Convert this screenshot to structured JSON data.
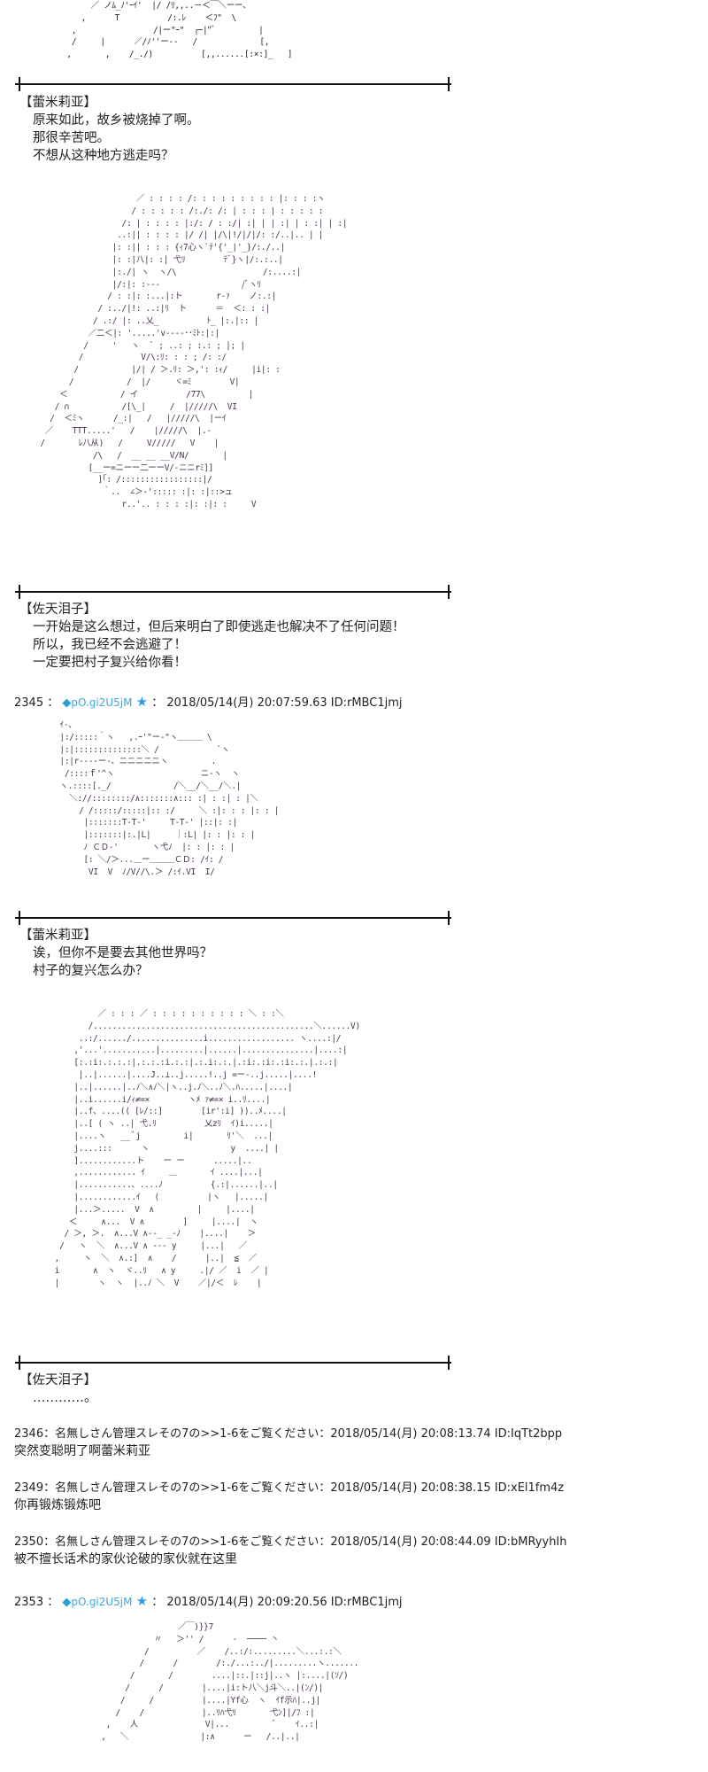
{
  "art": {
    "a0": "      ／ ノﾑ_ﾉ'ｰｲ'  |/ /ﾘ,,..－＜￣＼ーー、\n    ,      T          /:.ﾚ    ＜ﾌ\"  \\\n  ,                /|ー\"ｰ\"  ┌ｰ|\"ﾞ         |\n  /     |      ／/ﾉ''ー--   /             [,\n ,       ,    /_./)          [,,......[:×:]_   ]",
    "a1": "                     ／ : : : : /: : : : : : : : : |: : : :ヽ\n                    / : : : : : /:./: /: | : : : | : : : : :\n                  /: | : : : : |:/: / : :/| :| | | :| | : :| | :|\n                 ..:|| : : : : |/ /| |/\\|!/|/|/: :/..|.. | |\n                |: :|| : : : {ｨ7心ヽ`ﾃ'{'_|'_}/:./..|\n                |: :|八|: :| 弋ﾘ        ﾃﾞ}ヽ|/:.:..|\n                |:./| ヽ  ヽ/\\                  /:....:|\n                |/:|: :‐‐-                 /ﾞヽﾘ\n               / : :|: :...|:ト       r-ｧ    ノ:.:|\n             / :../|!: ..:|ﾘ  ト      ＝  ＜: : :|\n            / .:/ |: ..乂_          ﾄ_ |:.|:: |\n           ／二＜|: '.....'v-‐‐‐･･ﾐﾄ:|:|\n          /     '   ヽ  ` ; ..: ; :.: ; |; |\n         /            V/\\:ﾘ: : : ; /: :/\n        /           |/| / ＞.ﾘ: ＞,': :ｨ/     |i|: :\n       /           /  |/     ヾ=ﾐ        V|\n     ＜           / イ          /77\\         |\n    / ∩           /[\\_|     /  |/////\\  VI\n   /  ＜ﾐヽ      /_:|   /   |/////\\  |ーｲ\n  ／    TTT.....'   /    |/////\\  |.-\n /       ﾚ八从)   /     V/////   V    |\n            /\\   /  __ __ __V/N/       |\n           [__ー=ニーー二ーーV/-ニニrﾐ]]\n             ]｢: /:::::::::::::::::|/\n              ｀..  ∠＞-'::::: :|: :|::>ュ\n                  r..'.. : : : :|: :|: :     V",
    "a2": " ｲ-、\n |:/:::::｀ヽ   ,.ｰ'\"ー‐\"ヽ＿＿＿ \\\n |:|::::::::::::::＼ /            `ヽ\n |:|r‐‐‐‐ー-、ニニニニニヽ         .\n  /::::ｆ'^ヽ                  ニ-ヽ  ヽ\n ヽ.::::[._/             /＼__/＼__/＼.|\n   ＼://::::::::/∧:::::::∧::: :| : :| : |＼\n     / /:::::/:::::|:: :/     ＼ :|: : : |: : |\n      |:::::::T‐T‐'     T‐T‐' |::|: :|\n      |:::::::|:.|L|     ｜:L| |: : |: : |\n      ﾉ ＣＤ‐'       ヽ弋ﾉ  |: : |: : |\n      [: ＼/＞...＿ー＿＿＿ＣＤ: /ｲ: /\n       VI  V  ﾉ/V//\\.＞ /:ｲ.VI  I/",
    "a3": "             ／ : : : ／ : : : : : : : : : : ＼ : :＼\n           /..............................................＼......V)\n         ..:/....../...............i.................. ヽ....:|/\n        ,'...'...........|.........|......|...............|....:|\n        [:.:i:.:.:.:|.:.:.:i.:.:|.:.i:.:.|.:i:.:i:.:i:.:.|.:.:|\n         |..|......|....J..⊥..j.....!..j =ー‐..j.....|....!\n        |..|......|..ﾉ＼∧ﾉ＼|ヽ..j.ﾉ＼..ﾉ＼.ﾊ.....|....|\n        |..i......i/ｨ≠=×        ヽﾒ ｧ≠=× i..ﾘ....|\n        |..f、....(( [ﾚ/::]        [ir':i] ))..ﾒ....|\n        |..[ ( ヽ ..| 弋.ﾘ          乂zﾘ  ｲ)i.....|\n        |....ヽ   __ ﾞj         i|       ﾘ'＼  ...|\n        j....:::      ヽ                 y  ....| |\n        ]............ト    ー ー      .....|..\n        ,............ ｲ     ＿       ｲ ....|...|\n        |...........、....ﾉ          {.:|......|..|\n        |............ｲ   (          |ヽ   |.....|\n        |...＞.....  V  ∧         |     |....|\n       ＜     ∧...  V ∧        ]     |....|  ヽ\n      / ＞, ＞.  ∧...V ∧--_ _-ﾉ    |....|    ＞\n     /   ヽ  ＼  ∧...V ∧ ‐‐‐ y     |...|   ／\n    ,     ヽ  ＼  ∧.:]  ∧    /      |..|  ≦  ／\n    i       ∧  ヽ  ヾ..ﾘ   ∧ y     .|/ ／  i  ／ |\n    |        ヽ  ヽ  |..ﾉ ＼  V    ／|/＜  ﾚ    |",
    "a4": "                          ／￣)}}7\n                     〃   ＞'' /      ‐  ──── 丶\n                   /          ／    /..:/:.........＼...:.:＼\n                  /      /        /:./...:../|.........ヽ.......\n                /       /        ....|::.|::j|..ヽ |:....|(ｿ/)\n               /      /        |....|i:ト八＼j斗＼..|(ﾝ/)|\n              /     /          |....|Yf心  ヽ  ｲf示ﾊ|..j|\n             /    /            |..ﾘﾊ弋ﾘ       弋ﾝ]|/ﾌ :|\n           ,    人              V|...         ﾞ    ｲ..:|\n          ,   ＼               |:∧      ー   /..|..|"
  },
  "posts": [
    {
      "dialogue": {
        "speaker": "【蕾米莉亚】",
        "lines": [
          "原来如此，故乡被烧掉了啊。",
          "那很辛苦吧。",
          "不想从这种地方逃走吗？"
        ]
      }
    },
    {
      "dialogue": {
        "speaker": "【佐天泪子】",
        "lines": [
          "一开始是这么想过，但后来明白了即使逃走也解决不了任何问题！",
          "所以，我已经不会逃避了！",
          "一定要把村子复兴给你看！"
        ]
      }
    },
    {
      "header": {
        "number": "2345",
        "sep": "：",
        "diamond": "◆",
        "trip": "pO.gi2U5jM",
        "star": "★",
        "sep2": "：",
        "datetime": "2018/05/14(月) 20:07:59.63 ID:rMBC1jmj"
      }
    },
    {
      "dialogue": {
        "speaker": "【蕾米莉亚】",
        "lines": [
          "诶，但你不是要去其他世界吗？",
          "村子的复兴怎么办？"
        ]
      }
    },
    {
      "dialogue": {
        "speaker": "【佐天泪子】",
        "lines": [
          "…………。"
        ]
      }
    },
    {
      "header": {
        "number": "2346",
        "name": "：名無しさん管理スレその7の>>1-6をご覧ください：",
        "datetime": "2018/05/14(月) 20:08:13.74 ID:IqTt2bpp"
      },
      "body": "突然变聪明了啊蕾米莉亚"
    },
    {
      "header": {
        "number": "2349",
        "name": "：名無しさん管理スレその7の>>1-6をご覧ください：",
        "datetime": "2018/05/14(月) 20:08:38.15 ID:xEl1fm4z"
      },
      "body": "你再锻炼锻炼吧"
    },
    {
      "header": {
        "number": "2350",
        "name": "：名無しさん管理スレその7の>>1-6をご覧ください：",
        "datetime": "2018/05/14(月) 20:08:44.09 ID:bMRyyhIh"
      },
      "body": "被不擅长话术的家伙论破的家伙就在这里"
    },
    {
      "header": {
        "number": "2353",
        "sep": "：",
        "diamond": "◆",
        "trip": "pO.gi2U5jM",
        "star": "★",
        "sep2": "：",
        "datetime": "2018/05/14(月) 20:09:20.56 ID:rMBC1jmj"
      }
    }
  ],
  "colors": {
    "text": "#222222",
    "trip": "#3ea8d8",
    "separator": "#111111",
    "background": "#ffffff"
  }
}
